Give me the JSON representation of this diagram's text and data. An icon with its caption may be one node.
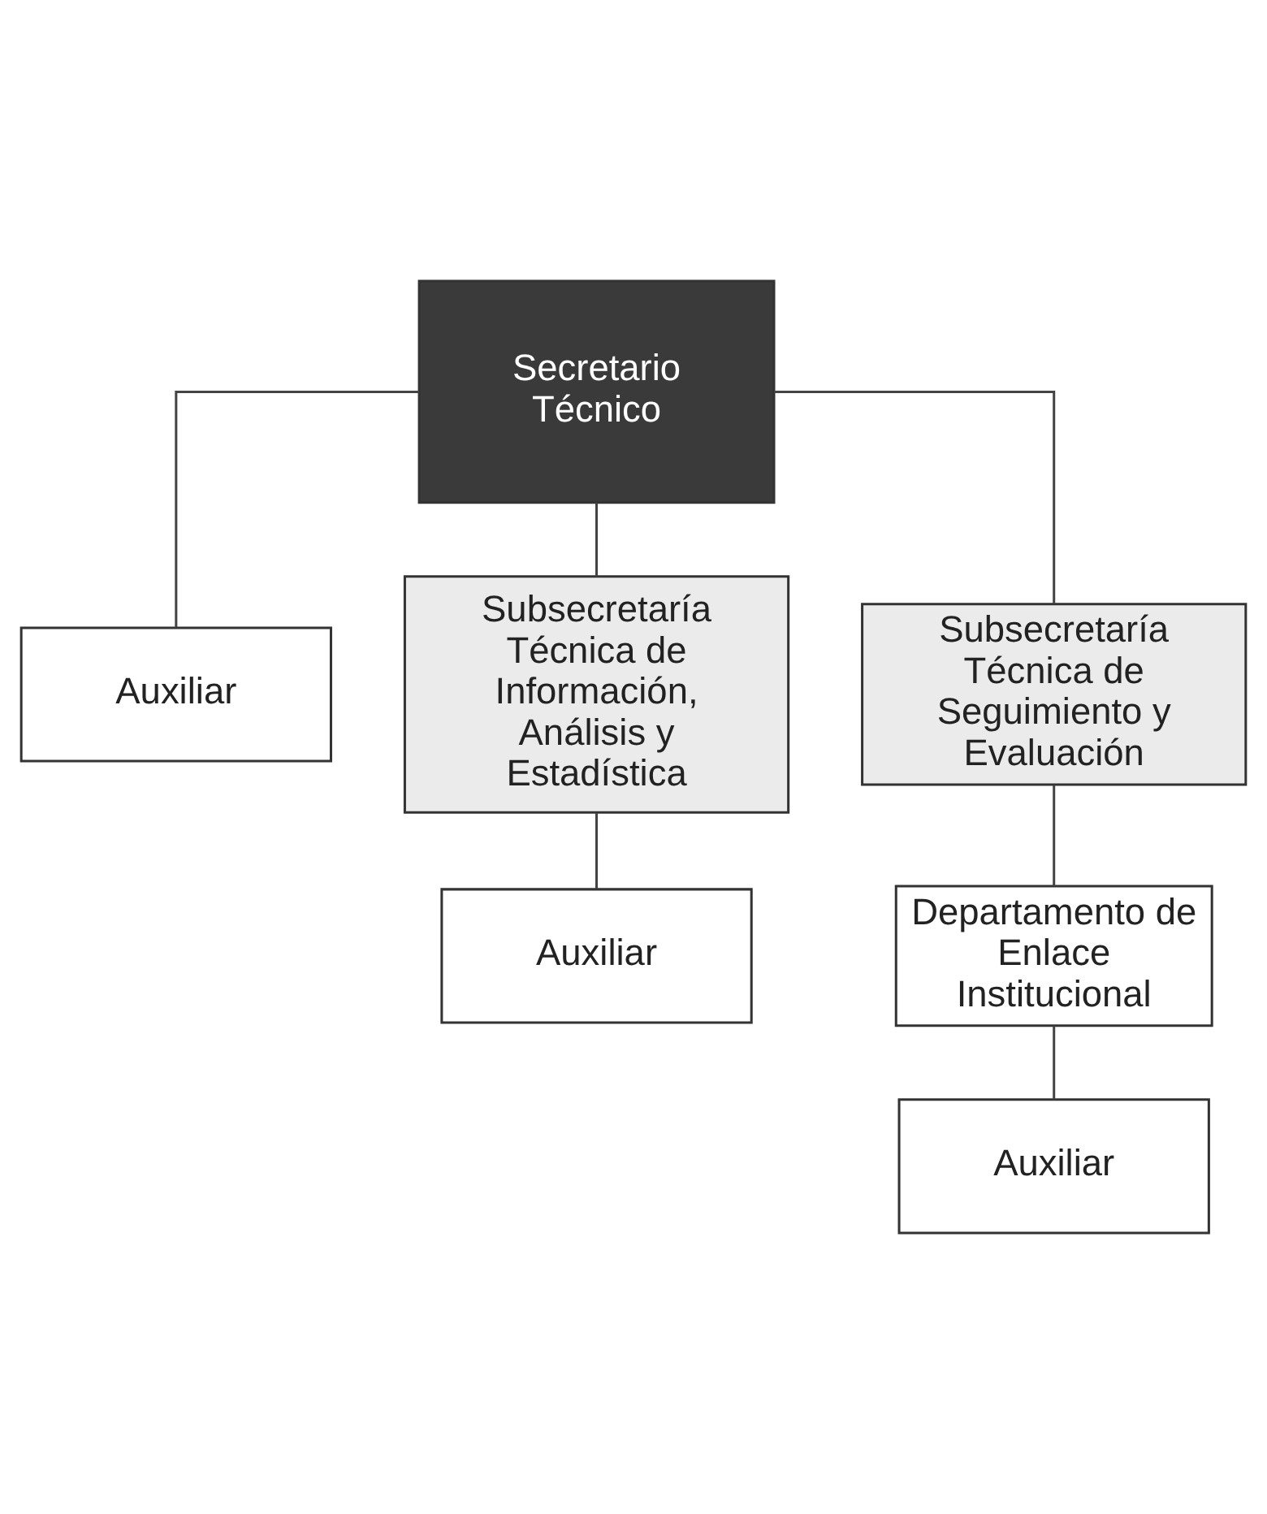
{
  "diagram": {
    "nodes": [
      {
        "text": [
          "Secretario Técnico"
        ]
      },
      {
        "text": [
          "Auxiliar"
        ]
      },
      {
        "text": [
          "Subsecretaría Técnica de Información, Análisis y Estadística"
        ]
      },
      {
        "text": [
          "Subsecretaría Técnica de Seguimiento y Evaluación"
        ]
      },
      {
        "text": [
          "Auxiliar"
        ]
      },
      {
        "text": [
          "Departamento de Enlace Institucional"
        ]
      },
      {
        "text": [
          "Auxiliar"
        ]
      }
    ],
    "edges": [
      {
        "from": 0,
        "to": 1,
        "arrow": "none"
      },
      {
        "from": 0,
        "to": 2,
        "arrow": "none"
      },
      {
        "from": 0,
        "to": 3,
        "arrow": "none"
      },
      {
        "from": 2,
        "to": 4,
        "arrow": "none"
      },
      {
        "from": 3,
        "to": 5,
        "arrow": "none"
      },
      {
        "from": 5,
        "to": 6,
        "arrow": "none"
      }
    ]
  }
}
